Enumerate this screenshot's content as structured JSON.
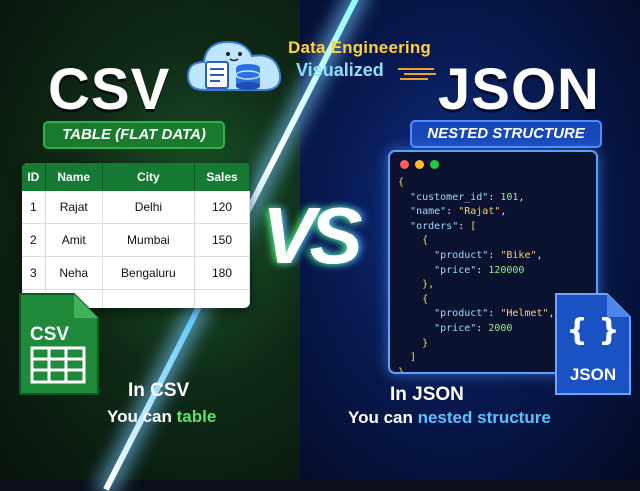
{
  "header": {
    "title": "Data Engineering",
    "subtitle": "Visualized"
  },
  "left": {
    "title": "CSV",
    "pill": "TABLE (FLAT DATA)",
    "table": {
      "columns": [
        "ID",
        "Name",
        "City",
        "Sales"
      ],
      "rows": [
        [
          "1",
          "Rajat",
          "Delhi",
          "120"
        ],
        [
          "2",
          "Amit",
          "Mumbai",
          "150"
        ],
        [
          "3",
          "Neha",
          "Bengaluru",
          "180"
        ]
      ]
    },
    "file_label": "CSV",
    "caption1": "In CSV",
    "caption2_pre": "You can ",
    "caption2_hl": "table"
  },
  "vs": "VS",
  "right": {
    "title": "JSON",
    "pill": "NESTED STRUCTURE",
    "code": {
      "customer_id_key": "\"customer_id\"",
      "customer_id_val": "101",
      "name_key": "\"name\"",
      "name_val": "\"Rajat\"",
      "orders_key": "\"orders\"",
      "product_key": "\"product\"",
      "price_key": "\"price\"",
      "product1": "\"Bike\"",
      "price1": "120000",
      "product2": "\"Helmet\"",
      "price2": "2000"
    },
    "file_braces": "{ }",
    "file_label": "JSON",
    "caption1": "In JSON",
    "caption2_pre": "You can ",
    "caption2_hl": "nested structure"
  },
  "colors": {
    "csv_green": "#167a34",
    "json_blue": "#1748b8",
    "header_yellow": "#ffd23a",
    "header_cyan": "#8fe0ff"
  },
  "icons": [
    "cloud-icon",
    "document-icon",
    "database-icon",
    "csv-file-icon",
    "json-file-icon"
  ]
}
